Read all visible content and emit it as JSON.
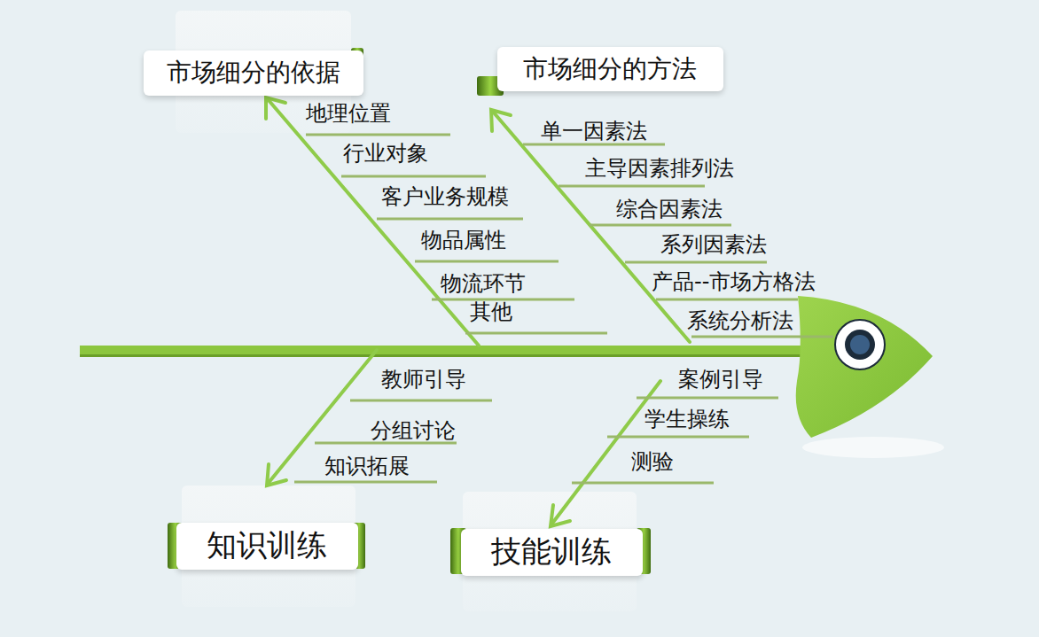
{
  "diagram": {
    "nodes": [
      {
        "text": [
          "市场细分的依据"
        ]
      },
      {
        "text": [
          "市场细分的方法"
        ]
      },
      {
        "text": [
          "知识训练"
        ]
      },
      {
        "text": [
          "技能训练"
        ]
      }
    ],
    "labels": [
      "地理位置",
      "行业对象",
      "客户业务规模",
      "物品属性",
      "物流环节",
      "其他",
      "单一因素法",
      "主导因素排列法",
      "综合因素法",
      "系列因素法",
      "产品--市场方格法",
      "系统分析法",
      "教师引导",
      "分组讨论",
      "知识拓展",
      "案例引导",
      "学生操练",
      "测验"
    ]
  }
}
